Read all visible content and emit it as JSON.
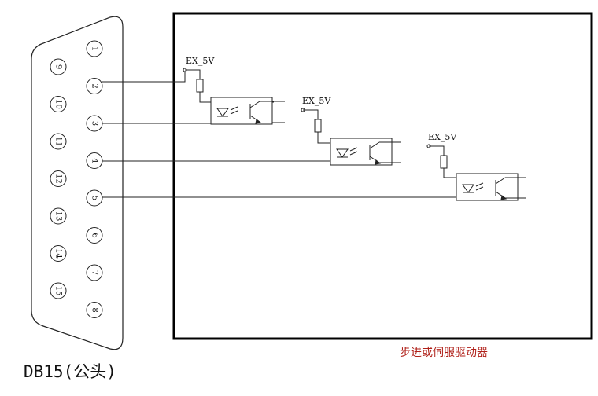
{
  "connector": {
    "label": "DB15(公头)",
    "pins_left": [
      "9",
      "10",
      "11",
      "12",
      "13",
      "14",
      "15"
    ],
    "pins_right": [
      "1",
      "2",
      "3",
      "4",
      "5",
      "6",
      "7",
      "8"
    ]
  },
  "driver": {
    "label": "步进或伺服驱动器",
    "supply_labels": [
      "EX_5V",
      "EX_5V",
      "EX_5V"
    ]
  }
}
